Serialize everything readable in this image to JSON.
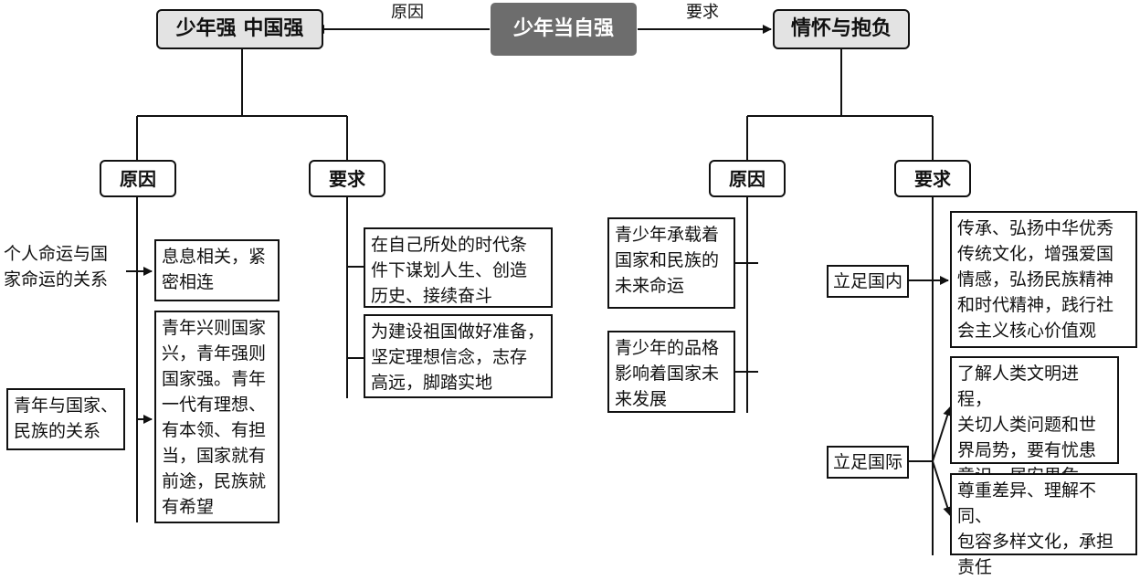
{
  "root": "少年当自强",
  "root_left_label": "原因",
  "root_right_label": "要求",
  "left": {
    "title": "少年强 中国强",
    "cause": {
      "header": "原因",
      "items": [
        {
          "label": "个人命运与国\n家命运的关系",
          "detail": "息息相关，紧\n密相连"
        },
        {
          "label": "青年与国家、\n民族的关系",
          "detail": "青年兴则国家\n兴，青年强则\n国家强。青年\n一代有理想、\n有本领、有担\n当，国家就有\n前途，民族就\n有希望"
        }
      ]
    },
    "requirement": {
      "header": "要求",
      "items": [
        "在自己所处的时代条\n件下谋划人生、创造\n历史、接续奋斗",
        "为建设祖国做好准备，\n坚定理想信念，志存\n高远，脚踏实地"
      ]
    }
  },
  "right": {
    "title": "情怀与抱负",
    "cause": {
      "header": "原因",
      "items": [
        "青少年承载着\n国家和民族的\n未来命运",
        "青少年的品格\n影响着国家未\n来发展"
      ]
    },
    "requirement": {
      "header": "要求",
      "domestic": {
        "label": "立足国内",
        "detail": "传承、弘扬中华优秀\n传统文化，增强爱国\n情感，弘扬民族精神\n和时代精神，践行社\n会主义核心价值观"
      },
      "international": {
        "label": "立足国际",
        "details": [
          "了解人类文明进程，\n关切人类问题和世\n界局势，要有忧患\n意识、居安思危",
          "尊重差异、理解不同、\n包容多样文化，承担\n责任"
        ]
      }
    }
  }
}
